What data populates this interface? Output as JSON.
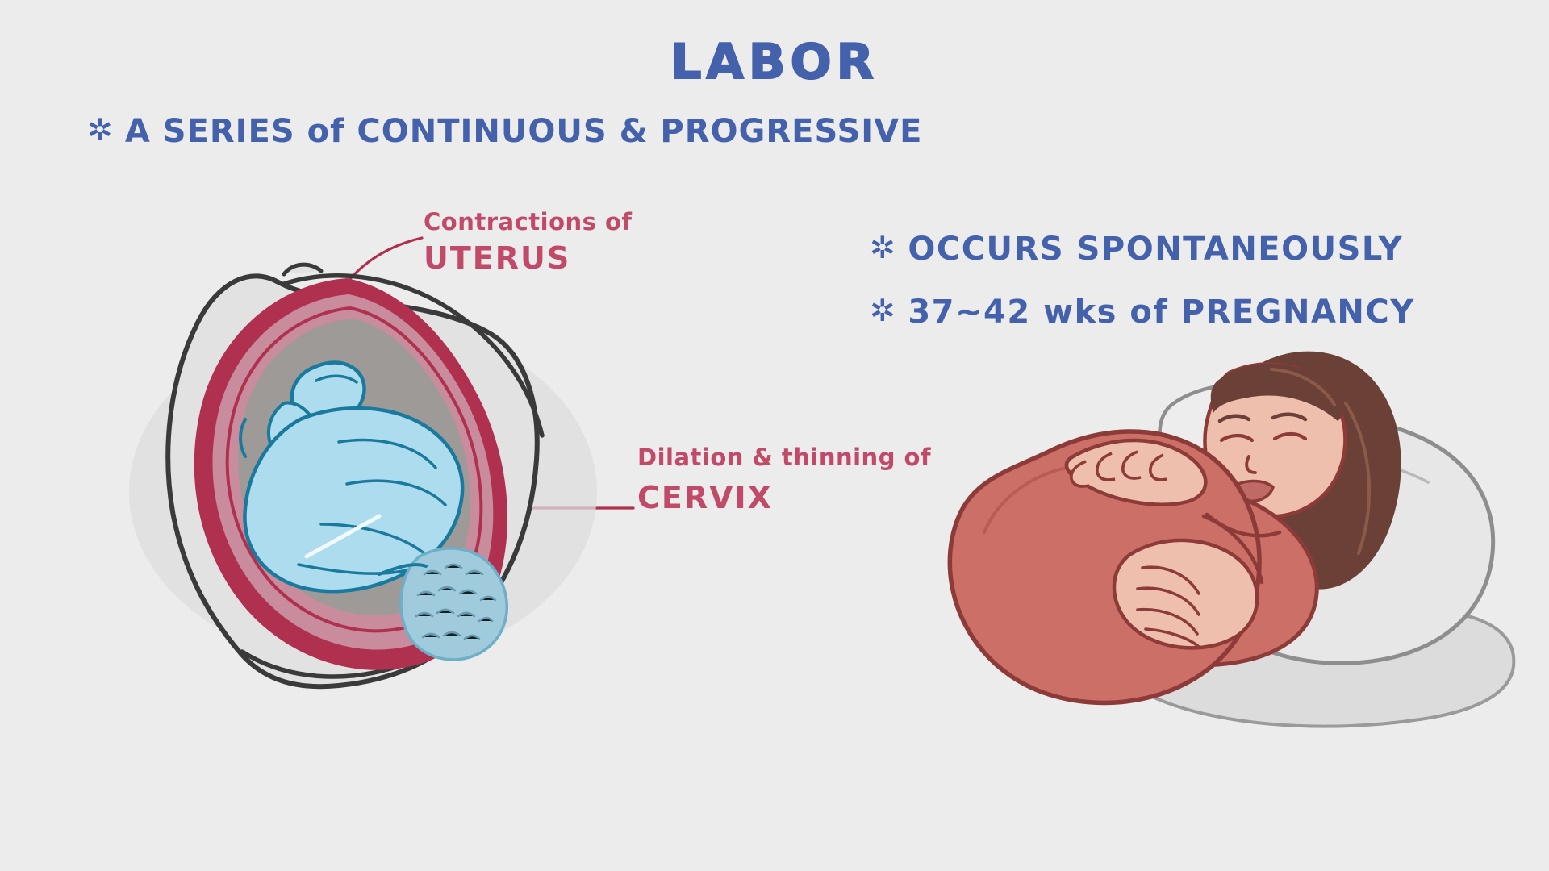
{
  "slide": {
    "background_color": "#ECECEC",
    "title": "LABOR",
    "title_color": "#4461AC"
  },
  "bullets": {
    "accent_color": "#4461AC",
    "marker": "✲",
    "items": [
      {
        "id": "series",
        "text": "A SERIES of CONTINUOUS & PROGRESSIVE"
      },
      {
        "id": "spontaneous",
        "text": "OCCURS SPONTANEOUSLY"
      },
      {
        "id": "weeks",
        "text": "37~42 wks of PREGNANCY"
      }
    ]
  },
  "annotations": {
    "accent_color": "#C04A68",
    "uterus": {
      "lead": "Contractions of",
      "term": "UTERUS"
    },
    "cervix": {
      "lead": "Dilation & thinning of",
      "term": "CERVIX"
    }
  },
  "illustrations": {
    "uterus_diagram": {
      "label": "sagittal cross-section of pregnant uterus with fetus",
      "colors": {
        "body_outline": "#3A3A3A",
        "body_fill": "#E2E2E2",
        "uterine_wall": "#B03050",
        "uterine_wall_inner": "#C98C9C",
        "amniotic_cavity": "#9E9A98",
        "fetus_fill": "#AEDCEF",
        "fetus_outline": "#1A7A9E",
        "cervix_fill": "#9FCBDD"
      }
    },
    "pregnant_woman": {
      "label": "pregnant woman reclining on pillow holding belly",
      "colors": {
        "shirt": "#CC6F66",
        "shirt_outline": "#8C3B38",
        "skin": "#EFBFAE",
        "skin_outline": "#8C3B38",
        "hair": "#6B4036",
        "hair_light": "#8B5A4A",
        "pillow": "#E7E7E7",
        "pillow_outline": "#8E8E8E",
        "bed": "#DCDCDC"
      }
    }
  }
}
